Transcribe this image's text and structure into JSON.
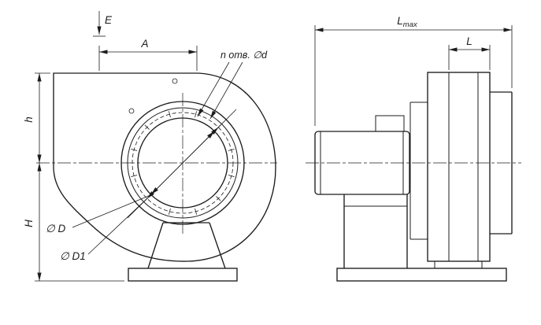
{
  "page": {
    "background": "#ffffff",
    "line_color": "#1c1c1c",
    "drawing_type": "centrifugal-fan-dimension-drawing"
  },
  "front_view": {
    "labels": {
      "E": "E",
      "A": "A",
      "holes_note": "n отв. ∅d",
      "h": "h",
      "H": "H",
      "D": "∅ D",
      "D1": "∅ D1"
    }
  },
  "side_view": {
    "labels": {
      "Lmax_base": "L",
      "Lmax_sub": "max",
      "L": "L"
    }
  }
}
